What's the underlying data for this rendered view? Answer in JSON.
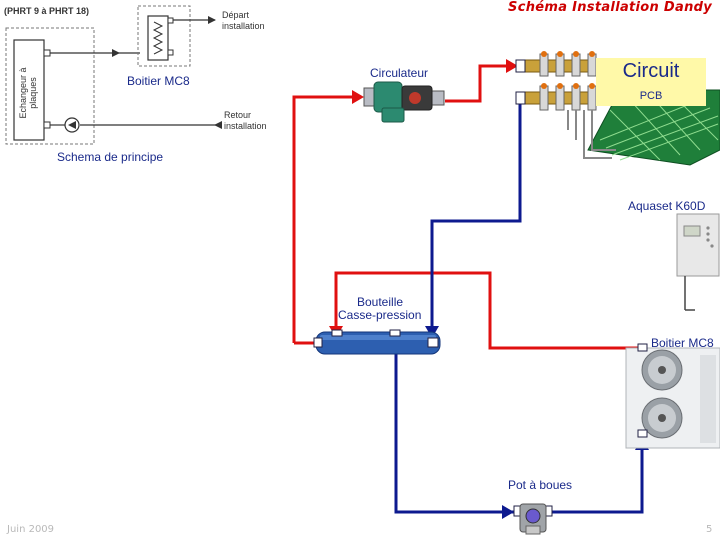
{
  "header": {
    "title": "Schéma Installation Dandy",
    "range_label": "(PHRT 9 à PHRT 18)"
  },
  "principle": {
    "exchanger_label": "Echangeur à plaques",
    "box_label": "Boitier MC8",
    "depart_label": "Départ installation",
    "retour_label": "Retour installation",
    "caption": "Schema de principe"
  },
  "components": {
    "circulateur": "Circulateur",
    "circuit_title": "Circuit",
    "circuit_sub": "PCB",
    "aquaset": "Aquaset K60D",
    "boitier": "Boitier MC8",
    "bouteille_line1": "Bouteille",
    "bouteille_line2": "Casse-pression",
    "pot": "Pot à boues"
  },
  "footer": {
    "date": "Juin 2009",
    "page": "5"
  },
  "colors": {
    "hot": "#e01010",
    "cold": "#0d1a8f",
    "title": "#cc0000",
    "label": "#1a2a8a"
  }
}
